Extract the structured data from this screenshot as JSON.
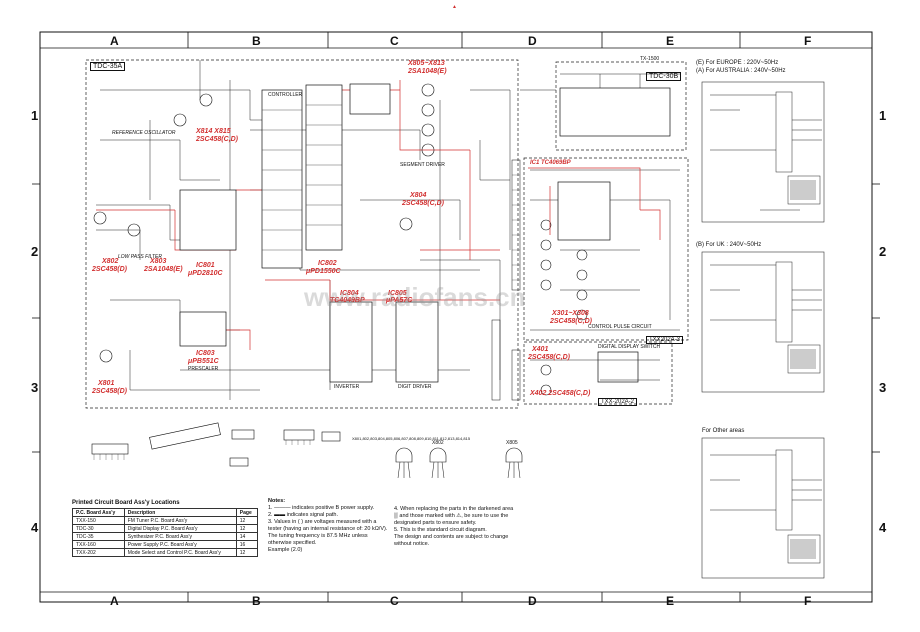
{
  "header": {
    "top_mark": "▲",
    "top_ref": "TX-1500"
  },
  "columns": [
    "A",
    "B",
    "C",
    "D",
    "E",
    "F"
  ],
  "rows": [
    "1",
    "2",
    "3",
    "4"
  ],
  "boards": {
    "tdc35a": "TDC-35A",
    "tdc30b": "TDC-30B",
    "txx202a3": "TXX202A-3",
    "txx202a2": "TXX-202A-2"
  },
  "ic_labels": [
    {
      "id": "x805",
      "text": "X805~X813"
    },
    {
      "id": "x805p",
      "text": "2SA1048(E)"
    },
    {
      "id": "x814",
      "text": "X814 X815"
    },
    {
      "id": "x814p",
      "text": "2SC458(C,D)"
    },
    {
      "id": "x804",
      "text": "X804"
    },
    {
      "id": "x804p",
      "text": "2SC458(C,D)"
    },
    {
      "id": "x802",
      "text": "X802"
    },
    {
      "id": "x802p",
      "text": "2SC458(D)"
    },
    {
      "id": "x803",
      "text": "X803"
    },
    {
      "id": "x803p",
      "text": "2SA1048(E)"
    },
    {
      "id": "ic801",
      "text": "IC801"
    },
    {
      "id": "ic801p",
      "text": "μPD2810C"
    },
    {
      "id": "ic802",
      "text": "IC802"
    },
    {
      "id": "ic802p",
      "text": "μPD1550C"
    },
    {
      "id": "ic804",
      "text": "IC804"
    },
    {
      "id": "ic804p",
      "text": "TC4049BP"
    },
    {
      "id": "ic805",
      "text": "IC805"
    },
    {
      "id": "ic805p",
      "text": "μPA57C"
    },
    {
      "id": "ic803",
      "text": "IC803"
    },
    {
      "id": "ic803p",
      "text": "μPB551C"
    },
    {
      "id": "x801",
      "text": "X801"
    },
    {
      "id": "x801p",
      "text": "2SC458(D)"
    },
    {
      "id": "ic1",
      "text": "IC1  TC4069BP"
    },
    {
      "id": "x301",
      "text": "X301~X308"
    },
    {
      "id": "x301p",
      "text": "2SC458(C,D)"
    },
    {
      "id": "x401",
      "text": "X401"
    },
    {
      "id": "x401p",
      "text": "2SC458(C,D)"
    },
    {
      "id": "x402",
      "text": "X402  2SC458(C,D)"
    }
  ],
  "block_labels": {
    "ref_osc": "REFERENCE OSCILLATOR",
    "lpf": "LOW PASS FILTER",
    "prescaler": "PRESCALER",
    "controller": "CONTROLLER",
    "segment_driver": "SEGMENT DRIVER",
    "inverter": "INVERTER",
    "digit_driver": "DIGIT DRIVER",
    "control_pulse": "CONTROL PULSE CIRCUIT",
    "digital_display": "DIGITAL DISPLAY SWITCH"
  },
  "power_sections": {
    "europe": "(E) For  EUROPE : 220V~50Hz",
    "australia": "(A) For  AUSTRALIA : 240V~50Hz",
    "uk": "(B) For  UK : 240V~50Hz",
    "other": "For  Other  areas"
  },
  "pcb_table": {
    "title": "Printed Circuit Board Ass'y Locations",
    "headers": [
      "P.C. Board Ass'y",
      "Description",
      "Page"
    ],
    "rows": [
      [
        "TXX-150",
        "FM Tuner P.C. Board Ass'y",
        "12"
      ],
      [
        "TDC-30",
        "Digital Display P.C. Board Ass'y",
        "12"
      ],
      [
        "TDC-35",
        "Synthesizer P.C. Board Ass'y",
        "14"
      ],
      [
        "TXX-160",
        "Power Supply P.C. Board Ass'y",
        "16"
      ],
      [
        "TXX-202",
        "Mode Select and Control P.C. Board Ass'y",
        "12"
      ]
    ]
  },
  "notes": {
    "title": "Notes:",
    "n1": "1. ——— indicates positive B power supply.",
    "n2": "2. ▬▬ indicates signal path.",
    "n3": "3. Values in ( ) are voltages measured with a tester (having an internal resistance of: 20 kΩ/V).",
    "n3b": "The tuning frequency is 87.5 MHz unless otherwise specified.",
    "n3c": "Example (2.0)",
    "n4": "4. When replacing the parts in the darkened area ▒ and those marked with ⚠, be sure to use the designated parts to ensure safety.",
    "n5": "5. This is the standard circuit diagram.",
    "n5b": "The design and contents are subject to change without notice."
  },
  "pin_labels": {
    "dev1": "X801,802,803,804,805,806,807,808,809,810,811,812,813,814,815",
    "dev2": "X802",
    "dev3": "X805"
  },
  "watermark": "www.radiofans.cn"
}
